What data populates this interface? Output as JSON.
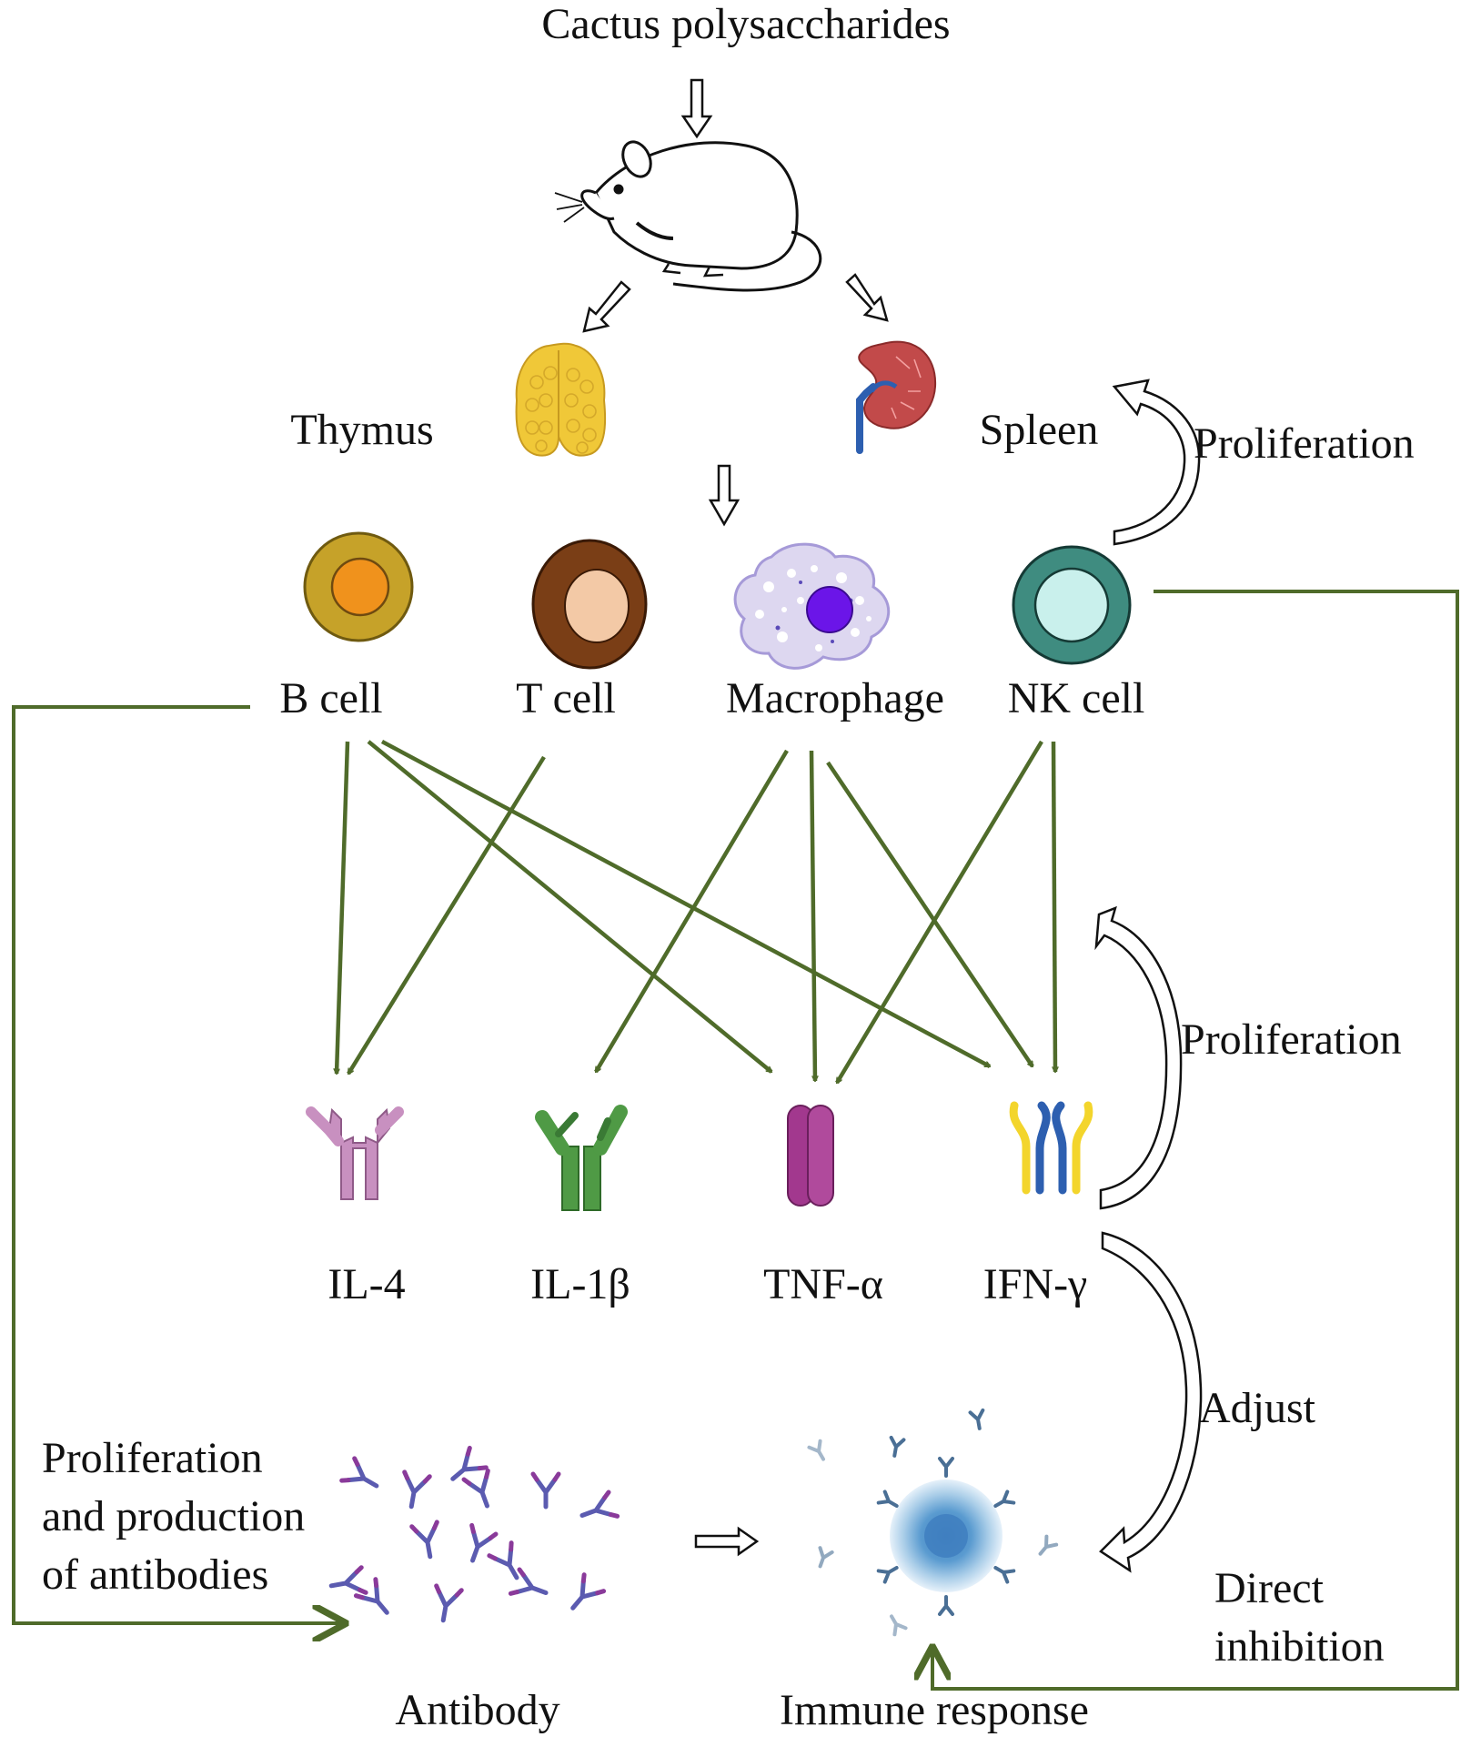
{
  "title": "Cactus polysaccharides",
  "organs": {
    "thymus": "Thymus",
    "spleen": "Spleen"
  },
  "cells": {
    "b_cell": "B cell",
    "t_cell": "T cell",
    "macrophage": "Macrophage",
    "nk_cell": "NK cell"
  },
  "cytokines": {
    "il4": "IL-4",
    "il1b": "IL-1β",
    "tnfa": "TNF-α",
    "ifng": "IFN-γ"
  },
  "annotations": {
    "proliferation_spleen": "Proliferation",
    "proliferation_ifn": "Proliferation",
    "adjust": "Adjust",
    "antibody_production": [
      "Proliferation",
      "and production",
      "of antibodies"
    ],
    "direct_inhibition": [
      "Direct",
      "inhibition"
    ]
  },
  "outcomes": {
    "antibody": "Antibody",
    "immune_response": "Immune response"
  },
  "colors": {
    "green_arrow": "#4f6b2a",
    "b_cell_outer": "#c6a229",
    "b_cell_inner": "#f0921c",
    "t_cell_outer": "#7a3e16",
    "t_cell_inner": "#f3c9a6",
    "nk_outer": "#3f8c80",
    "nk_inner": "#c9f0ec",
    "macrophage_nucleus": "#6b15e8",
    "thymus": "#f0c838",
    "spleen": "#c24a4a",
    "il4": "#c890c0",
    "il1b": "#4f9a45",
    "tnfa": "#a2388e",
    "ifng_yellow": "#f3d52c",
    "ifng_blue": "#2d5fb0",
    "immune_cell": "#5a9bd0"
  }
}
